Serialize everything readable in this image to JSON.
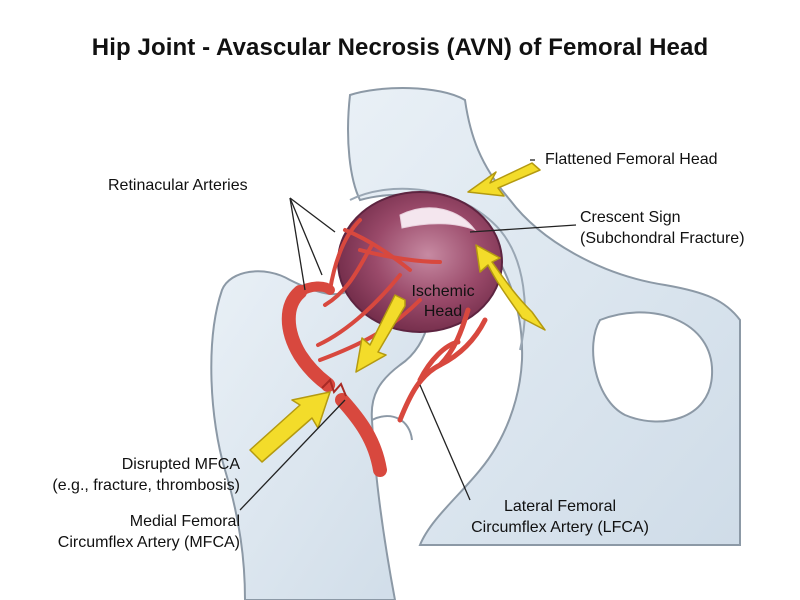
{
  "title": "Hip Joint - Avascular Necrosis (AVN) of Femoral Head",
  "labels": {
    "retinacular_arteries": "Retinacular Arteries",
    "flattened_head": "Flattened Femoral Head",
    "crescent_sign": "Crescent Sign",
    "crescent_sign_sub": "(Subchondral Fracture)",
    "ischemic_head_line1": "Ischemic",
    "ischemic_head_line2": "Head",
    "disrupted_mfca": "Disrupted MFCA",
    "disrupted_mfca_sub": "(e.g., fracture, thrombosis)",
    "mfca_line1": "Medial Femoral",
    "mfca_line2": "Circumflex Artery (MFCA)",
    "lfca_line1": "Lateral Femoral",
    "lfca_line2": "Circumflex Artery (LFCA)"
  },
  "colors": {
    "bone_fill": "#dde8f1",
    "bone_stroke": "#8c99a6",
    "necrotic_head": "#8d3a5c",
    "artery": "#d8483e",
    "artery_dark": "#a82a25",
    "arrow": "#f3dc2a",
    "arrow_stroke": "#b49a10"
  }
}
